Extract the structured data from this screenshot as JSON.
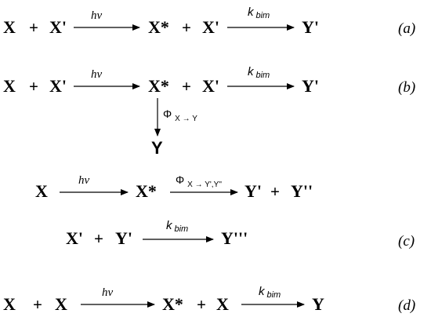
{
  "scheme_a": {
    "label": "(a)",
    "reactant1": "X",
    "plus1": "+",
    "reactant2": "X'",
    "arrow1_label": "hν",
    "intermediate": "X*",
    "plus2": "+",
    "reactant3": "X'",
    "arrow2_label_main": "k",
    "arrow2_label_sub": "bim",
    "product": "Y'"
  },
  "scheme_b": {
    "label": "(b)",
    "reactant1": "X",
    "plus1": "+",
    "reactant2": "X'",
    "arrow1_label": "hν",
    "intermediate": "X*",
    "plus2": "+",
    "reactant3": "X'",
    "arrow2_label_main": "k",
    "arrow2_label_sub": "bim",
    "product": "Y'",
    "down_arrow_label_main": "Φ",
    "down_arrow_label_sub": "X → Y",
    "down_product": "Y"
  },
  "scheme_c": {
    "label": "(c)",
    "line1": {
      "reactant": "X",
      "arrow1_label": "hν",
      "intermediate": "X*",
      "arrow2_label_main": "Φ",
      "arrow2_label_sub": "X → Y',Y''",
      "product1": "Y'",
      "plus": "+",
      "product2": "Y''"
    },
    "line2": {
      "reactant1": "X'",
      "plus": "+",
      "reactant2": "Y'",
      "arrow_label_main": "k",
      "arrow_label_sub": "bim",
      "product": "Y'''"
    }
  },
  "scheme_d": {
    "label": "(d)",
    "reactant1": "X",
    "plus1": "+",
    "reactant2": "X",
    "arrow1_label": "hν",
    "intermediate": "X*",
    "plus2": "+",
    "reactant3": "X",
    "arrow2_label_main": "k",
    "arrow2_label_sub": "bim",
    "product": "Y"
  }
}
